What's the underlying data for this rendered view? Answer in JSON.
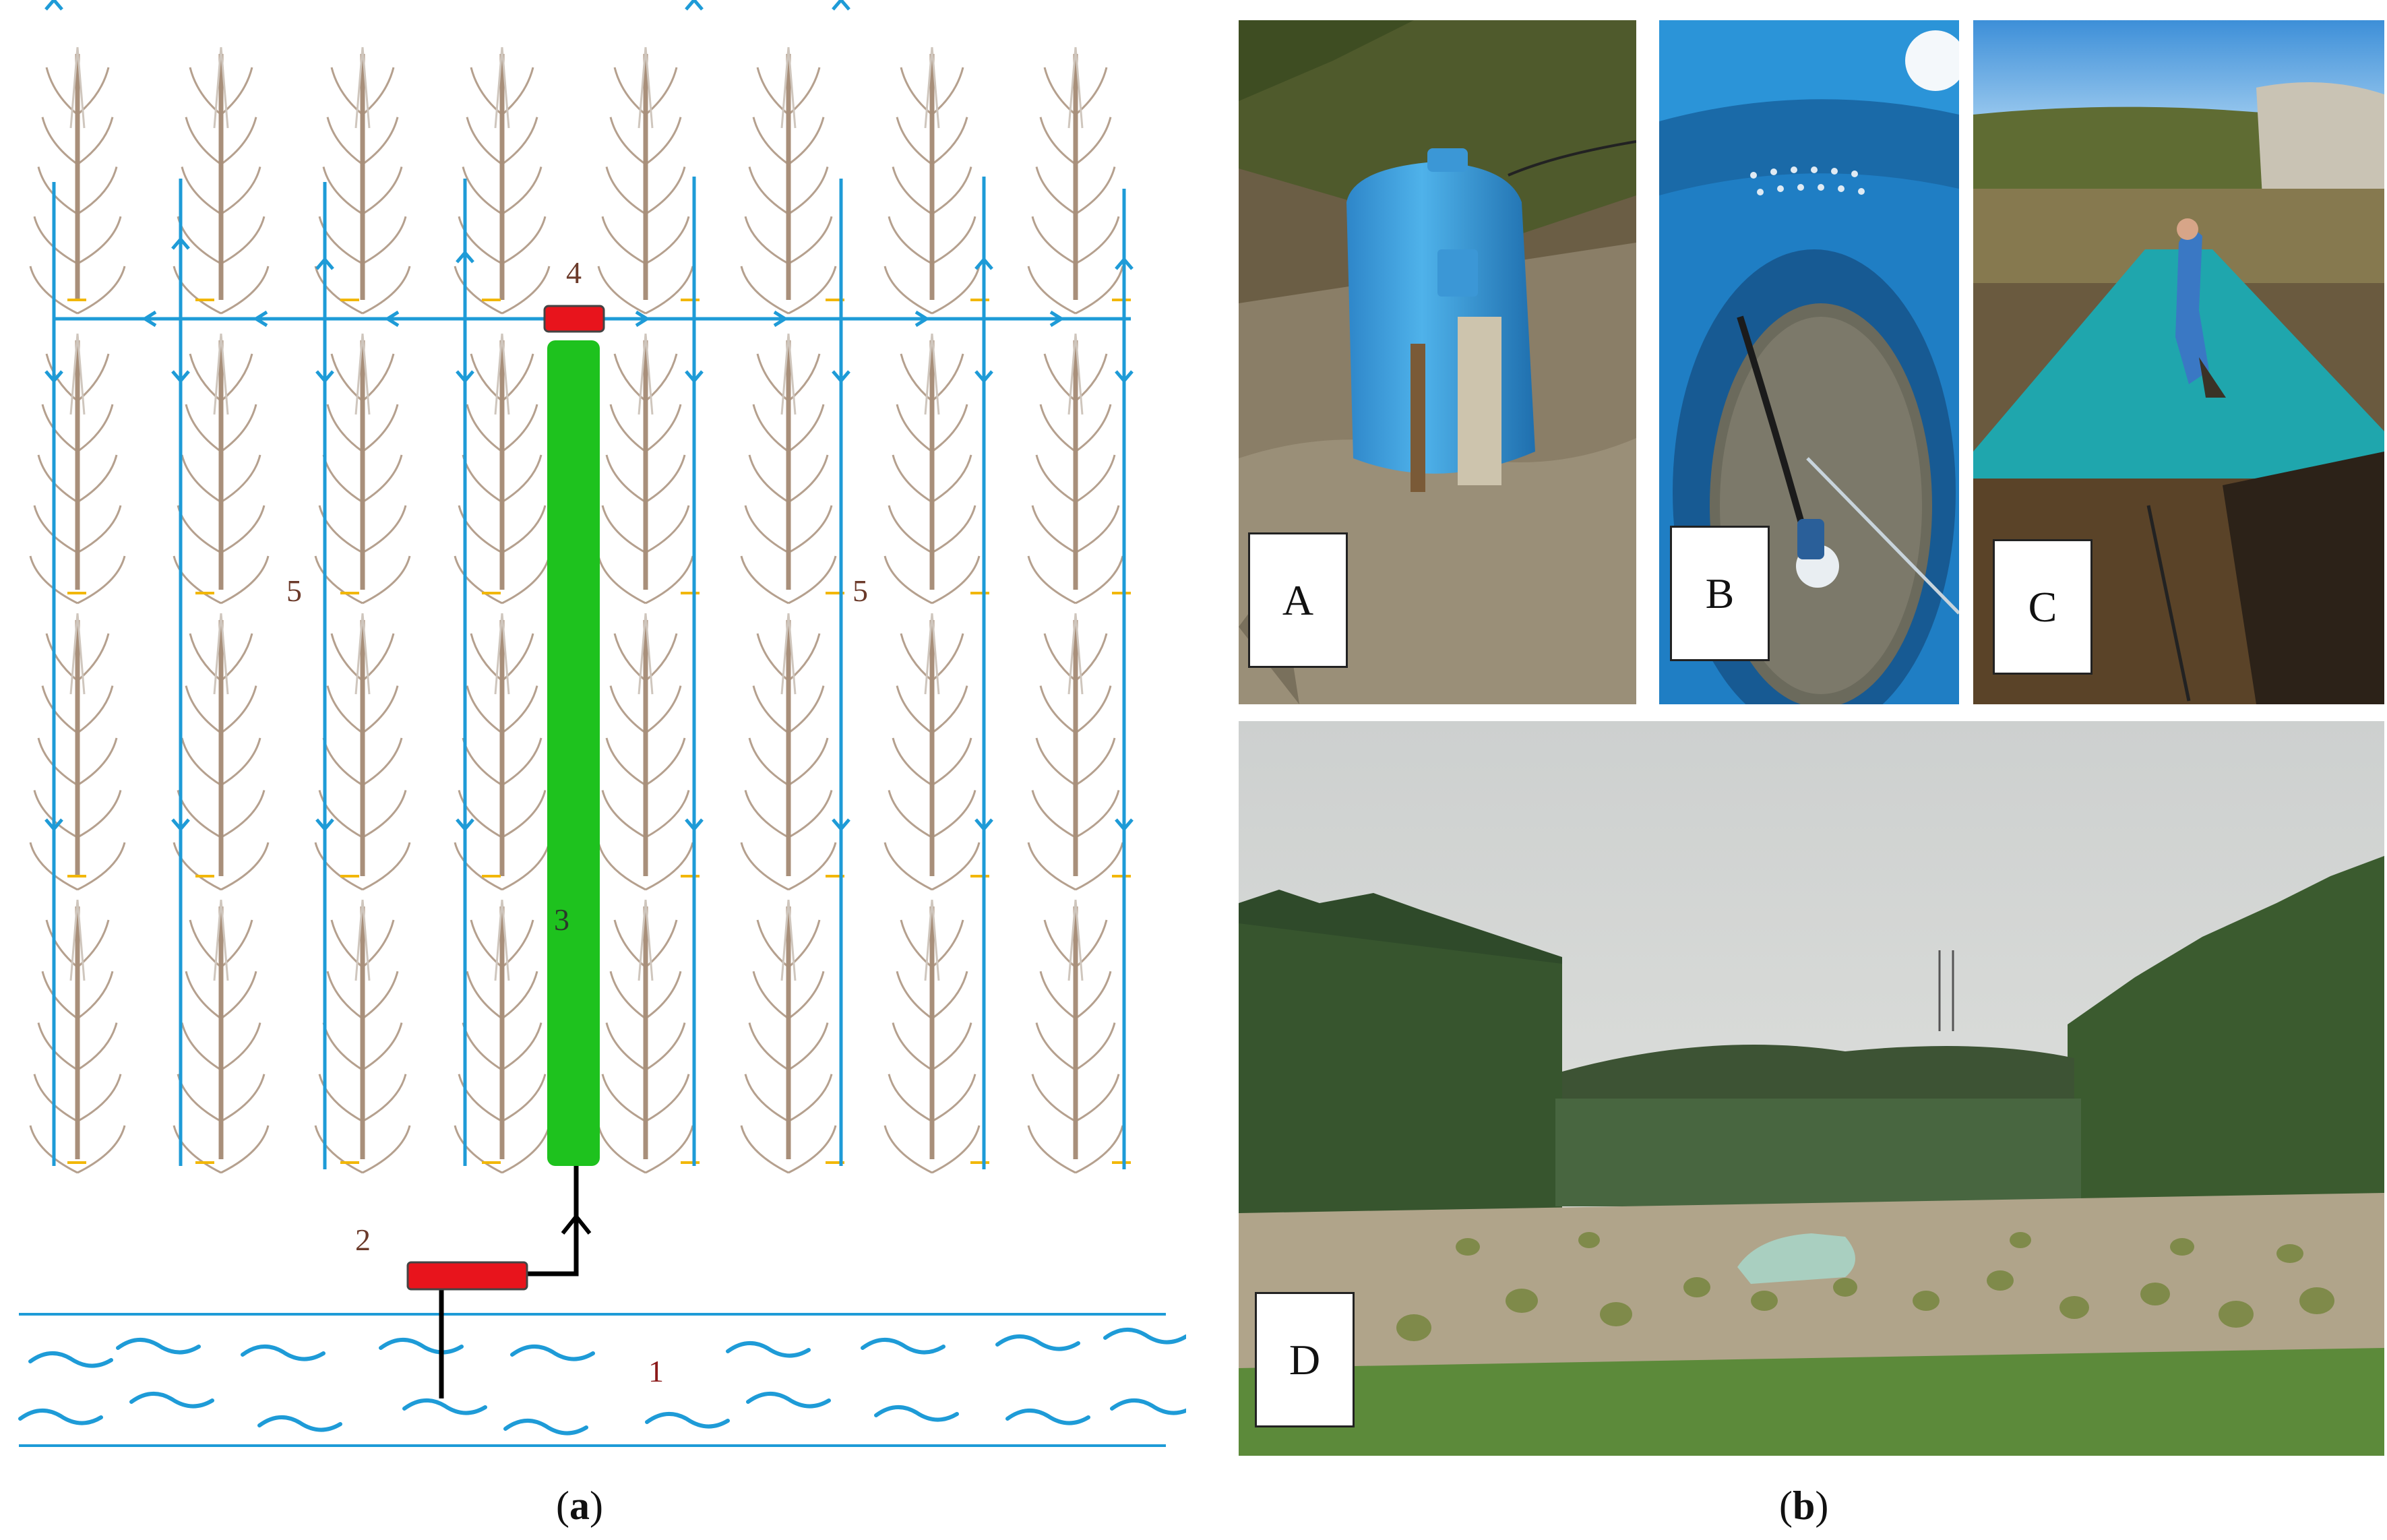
{
  "panel_a": {
    "caption_open": "(",
    "caption_letter": "a",
    "caption_close": ")",
    "labels": {
      "river": "1",
      "pump": "2",
      "tank": "3",
      "valve": "4",
      "lines_left": "5",
      "lines_right": "5"
    },
    "colors": {
      "pipe": "#1e9bd7",
      "tank": "#1ec21e",
      "valve": "#e8141c",
      "tree": "#a88f7a",
      "emitter": "#f2b705",
      "water": "#1e9bd7",
      "outline": "#000000"
    }
  },
  "panel_b": {
    "caption_open": "(",
    "caption_letter": "b",
    "caption_close": ")",
    "photos": [
      {
        "label": "A",
        "subject": "blue tank in water"
      },
      {
        "label": "B",
        "subject": "inside of tank with pump"
      },
      {
        "label": "C",
        "subject": "laying tarpaulin in field"
      },
      {
        "label": "D",
        "subject": "plantation with flexible tank"
      }
    ]
  }
}
